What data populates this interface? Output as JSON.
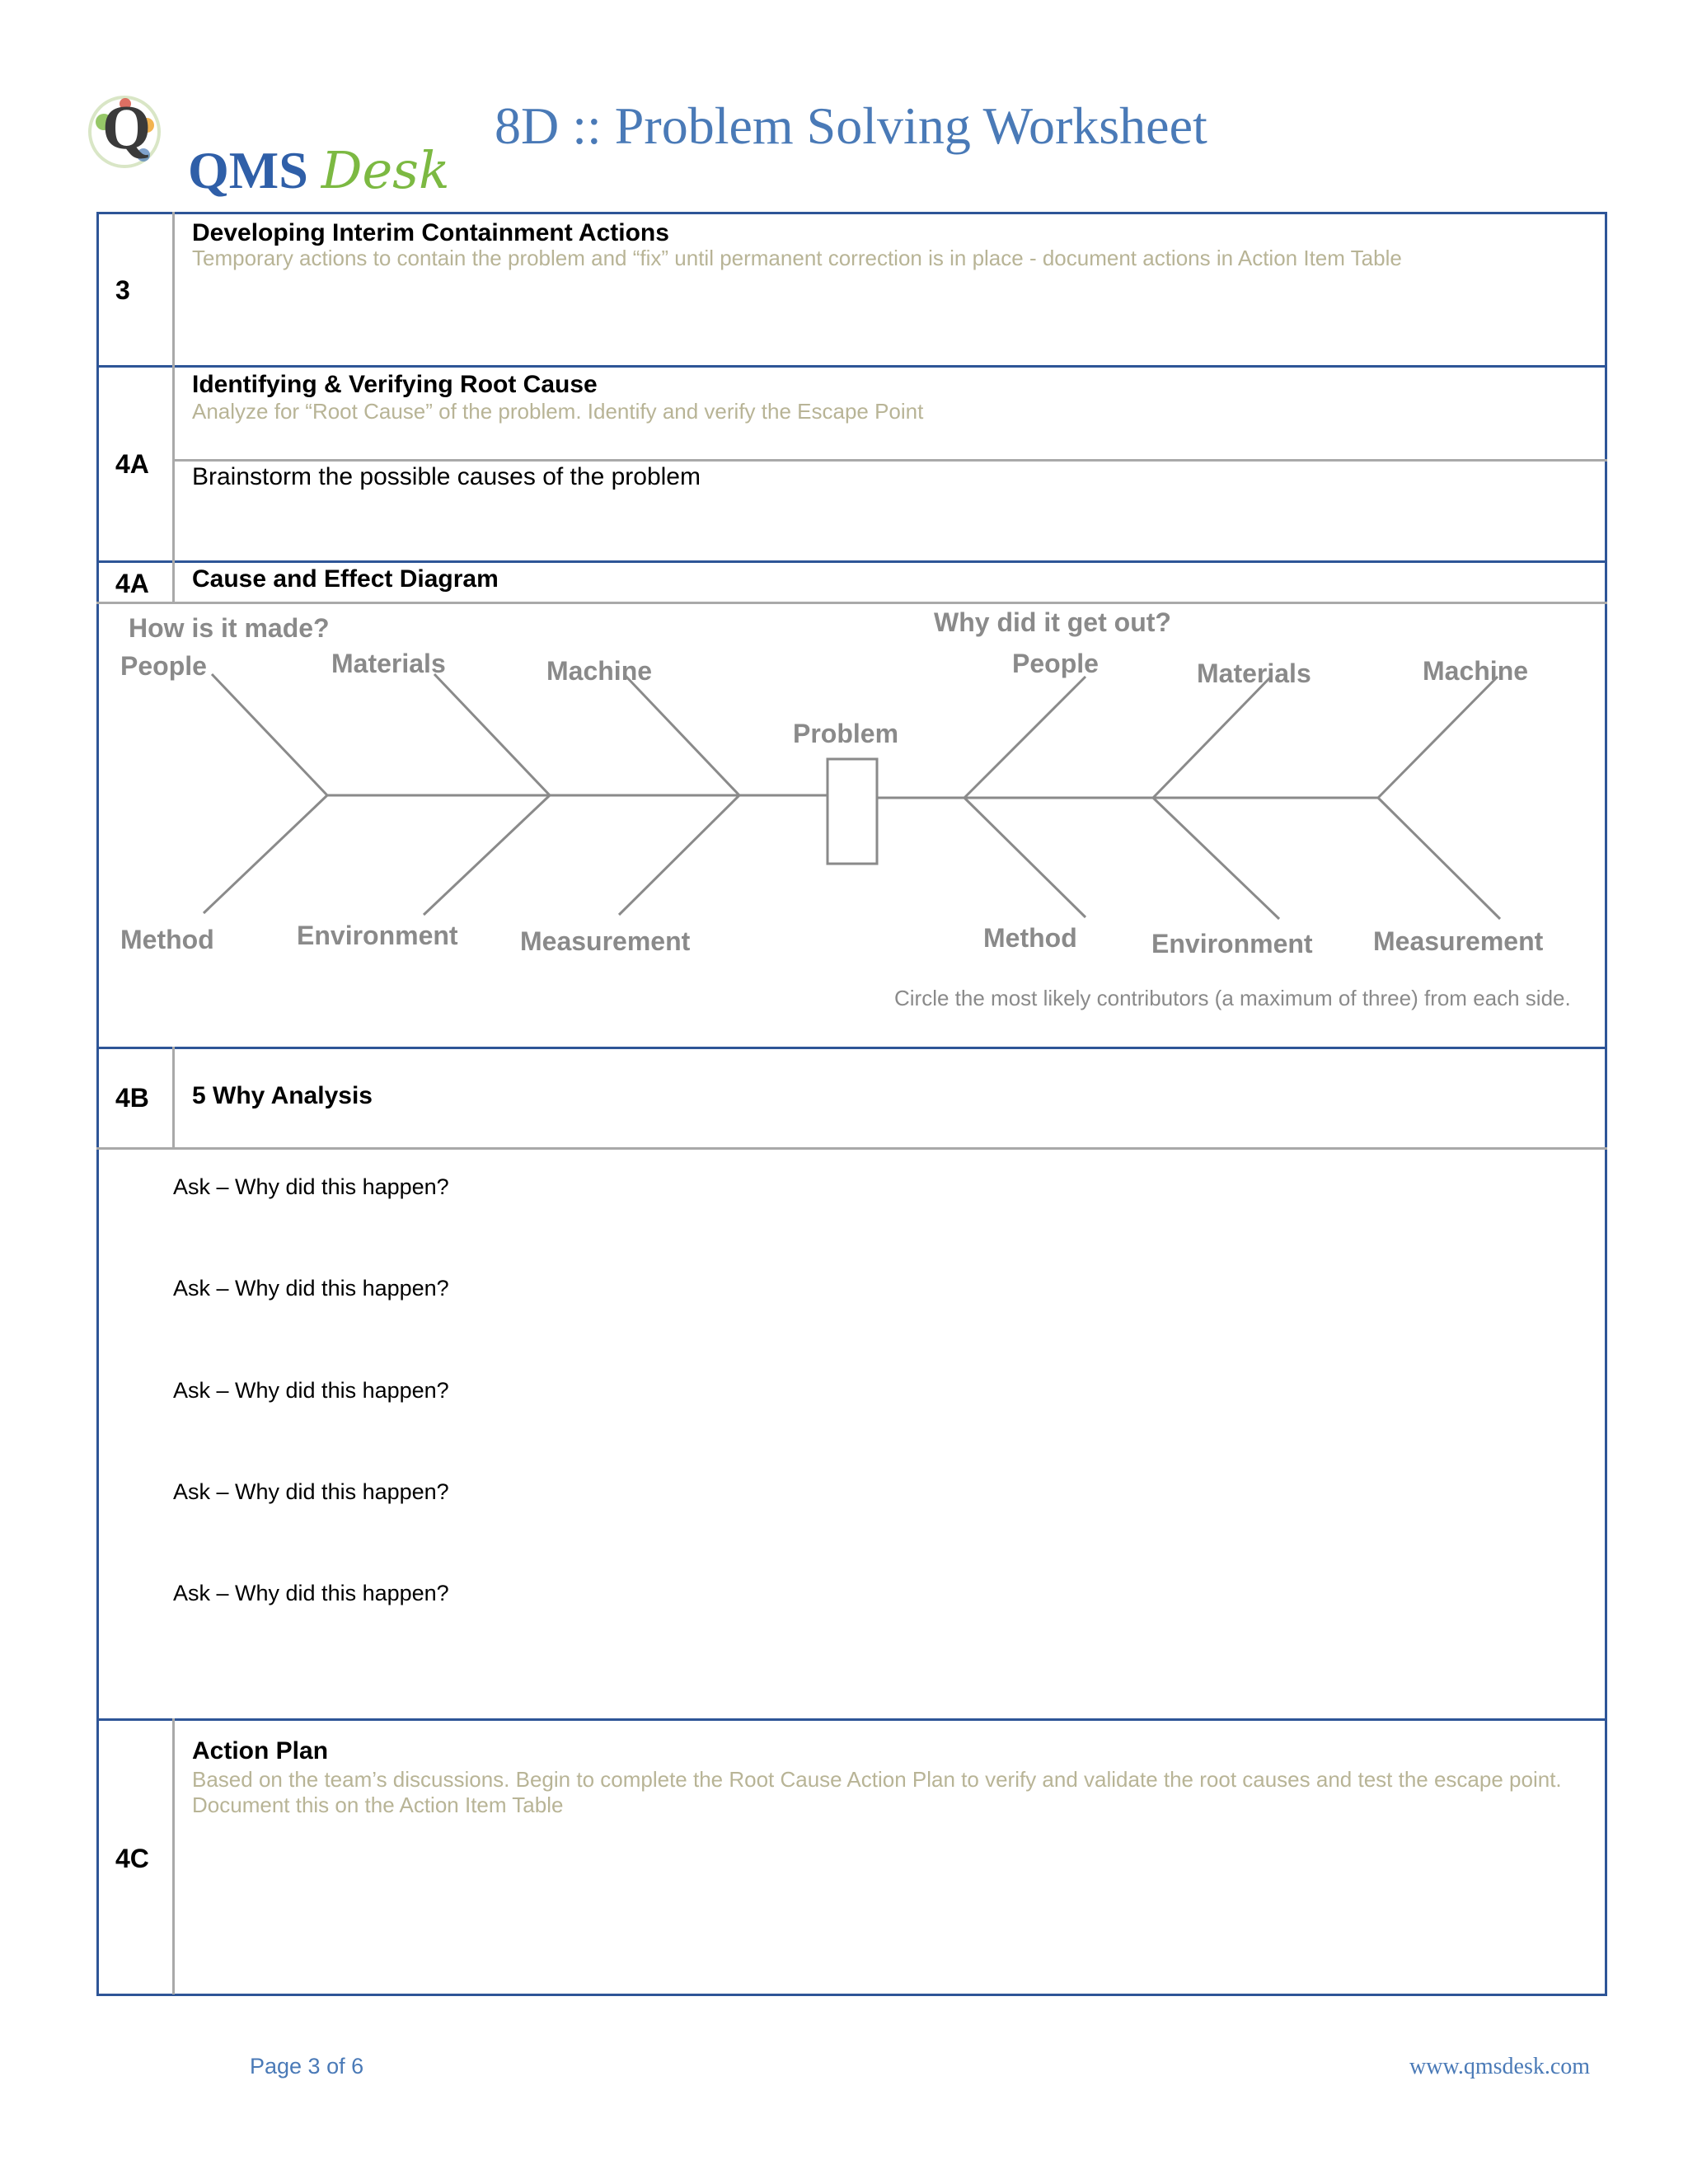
{
  "header": {
    "logo_letter": "Q",
    "logo_brand_1": "QMS",
    "logo_brand_2": "Desk",
    "title": "8D :: Problem Solving  Worksheet"
  },
  "section3": {
    "number": "3",
    "title": "Developing  Interim Containment  Actions",
    "hint": "Temporary actions to contain the problem and “fix” until permanent correction is in place - document actions in Action Item Table"
  },
  "section4a_root": {
    "number": "4A",
    "title": "Identifying  & Verifying  Root Cause",
    "hint": "Analyze for “Root Cause” of the problem.   Identify and verify the Escape Point",
    "prompt": "Brainstorm the possible causes of the problem"
  },
  "section4a_diagram": {
    "number": "4A",
    "title": "Cause and Effect Diagram",
    "left_heading": "How is it made?",
    "right_heading": "Why did it get out?",
    "problem_label": "Problem",
    "left_top": [
      "People",
      "Materials",
      "Machine"
    ],
    "left_bottom": [
      "Method",
      "Environment",
      "Measurement"
    ],
    "right_top": [
      "People",
      "Materials",
      "Machine"
    ],
    "right_bottom": [
      "Method",
      "Environment",
      "Measurement"
    ],
    "note": "Circle the most likely  contributors (a maximum of three) from each side."
  },
  "section4b": {
    "number": "4B",
    "title": "5 Why Analysis",
    "asks": [
      "Ask – Why did this happen?",
      "Ask – Why did this happen?",
      "Ask – Why did this happen?",
      "Ask – Why did this happen?",
      "Ask – Why did this happen?"
    ]
  },
  "section4c": {
    "number": "4C",
    "title": "Action Plan",
    "hint": "Based on the team’s discussions.  Begin to complete  the Root Cause Action Plan  to verify and validate the root causes and test the escape point.  Document  this on the Action Item Table"
  },
  "footer": {
    "page": "Page 3 of 6",
    "url": "www.qmsdesk.com"
  }
}
